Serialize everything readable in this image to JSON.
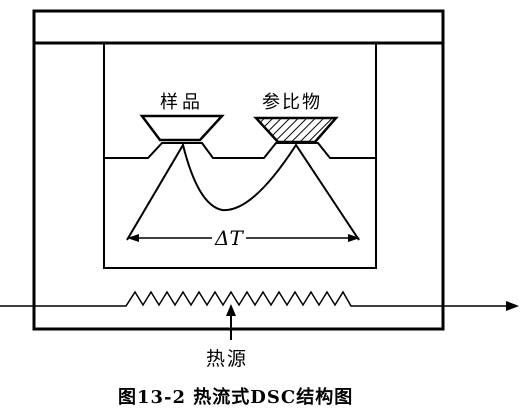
{
  "labels": {
    "sample": "样品",
    "reference": "参比物",
    "delta_t": "ΔT",
    "heat_source": "热源"
  },
  "caption": "图13-2  热流式DSC结构图"
}
